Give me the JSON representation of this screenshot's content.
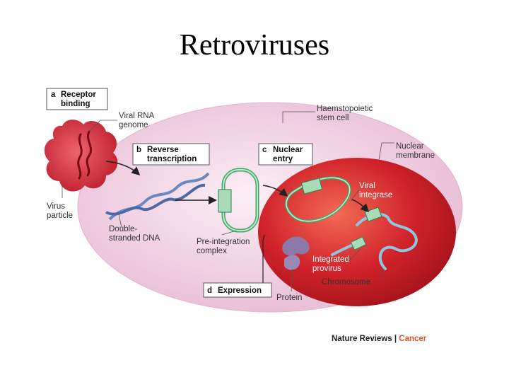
{
  "slide": {
    "title": "Retroviruses"
  },
  "steps": {
    "a": {
      "letter": "a",
      "line1": "Receptor",
      "line2": "binding"
    },
    "b": {
      "letter": "b",
      "line1": "Reverse",
      "line2": "transcription"
    },
    "c": {
      "letter": "c",
      "line1": "Nuclear",
      "line2": "entry"
    },
    "d": {
      "letter": "d",
      "line1": "Expression"
    }
  },
  "labels": {
    "viral_rna": [
      "Viral RNA",
      "genome"
    ],
    "virus_particle": [
      "Virus",
      "particle"
    ],
    "haem_cell": [
      "Haemstopoietic",
      "stem cell"
    ],
    "nuclear_membrane": [
      "Nuclear",
      "membrane"
    ],
    "viral_integrase": [
      "Viral",
      "integrase"
    ],
    "ds_dna": [
      "Double-",
      "stranded DNA"
    ],
    "pic": [
      "Pre-integration",
      "complex"
    ],
    "provirus": [
      "Integrated",
      "provirus"
    ],
    "chromosome": "Chromosome",
    "protein": "Protein"
  },
  "footer": {
    "journal": "Nature Reviews",
    "separator": "|",
    "section": "Cancer"
  },
  "colors": {
    "cell": "#f0cde2",
    "nucleus": "#d21f24",
    "virus": "#d8303a",
    "dna": "#5e7db3",
    "pic_tube": "#3ea86a",
    "chromosome": "#8ec7e0"
  }
}
